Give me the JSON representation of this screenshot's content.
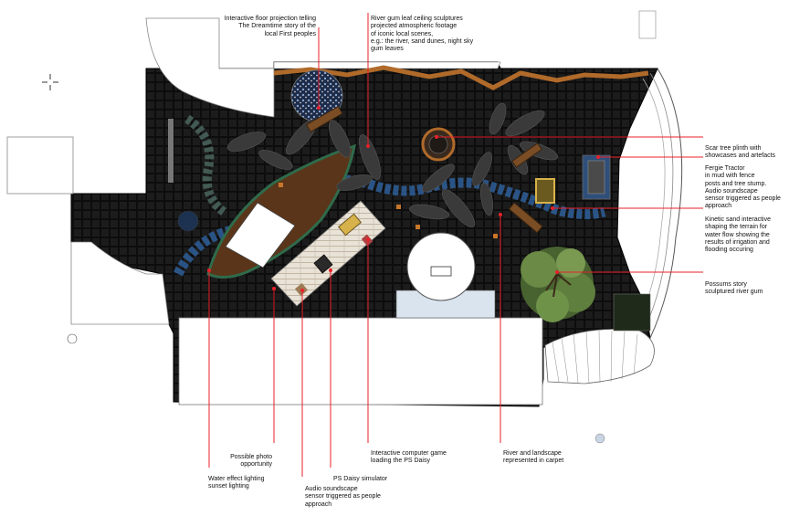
{
  "annotations": [
    {
      "id": "floor-projection",
      "lines": [
        "Interactive floor projection telling",
        "The Dreamtime story of the",
        "local First peoples"
      ]
    },
    {
      "id": "ceiling-sculptures",
      "lines": [
        "River gum leaf ceiling sculptures",
        "projected atmospheric footage",
        "of iconic local scenes,",
        "e.g.: the river, sand dunes, night sky",
        "gum leaves"
      ]
    },
    {
      "id": "scar-tree",
      "lines": [
        "Scar tree plinth with",
        "showcases and artefacts"
      ]
    },
    {
      "id": "fergie-tractor",
      "lines": [
        "Fergie Tractor",
        "in mud with fence",
        "posts and tree stump.",
        "Audio soundscape",
        "sensor triggered as people",
        "approach"
      ]
    },
    {
      "id": "kinetic-sand",
      "lines": [
        "Kinetic sand interactive",
        "shaping the terrain for",
        "water flow showing the",
        "results of irrigation and",
        "flooding occuring"
      ]
    },
    {
      "id": "possums-story",
      "lines": [
        "Possums story",
        "sculptured river gum"
      ]
    },
    {
      "id": "computer-game",
      "lines": [
        "Interactive computer game",
        "loading the PS Daisy"
      ]
    },
    {
      "id": "river-landscape",
      "lines": [
        "River and landscape",
        "represented in carpet"
      ]
    },
    {
      "id": "photo-opportunity",
      "lines": [
        "Possible photo",
        "opportunity"
      ]
    },
    {
      "id": "water-effect",
      "lines": [
        "Water effect lighting",
        "sunset lighting"
      ]
    },
    {
      "id": "ps-daisy-simulator",
      "lines": [
        "PS Daisy simulator"
      ]
    },
    {
      "id": "audio-soundscape",
      "lines": [
        "Audio soundscape",
        "sensor triggered as people",
        "approach"
      ]
    }
  ],
  "colors": {
    "floor": "#0d0d0d",
    "tile": "#262626",
    "river": "#2f5f9a",
    "boat_hull": "#5a3519",
    "boat_rim": "#2f6b4b",
    "timber": "#b06a2a",
    "leader": "#e8202a",
    "tree": "#5f7f3e",
    "screen": "#d9e4ef",
    "leaf": "#3a3a3a"
  }
}
